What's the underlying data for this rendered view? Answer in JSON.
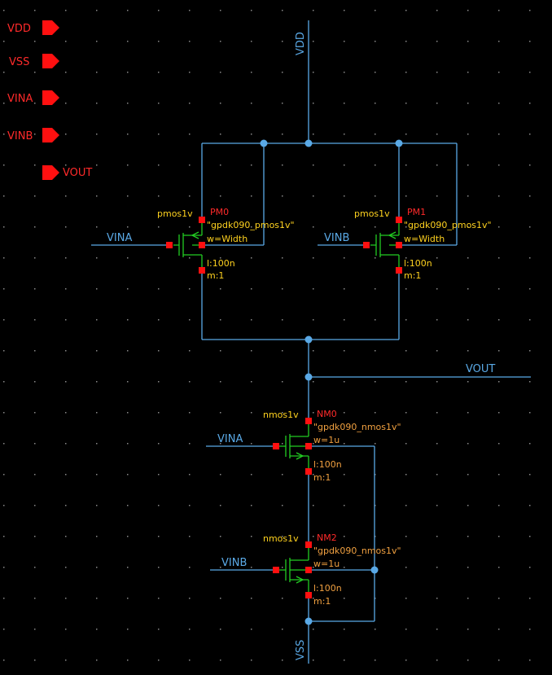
{
  "pins": [
    {
      "label": "VDD",
      "dir": "left"
    },
    {
      "label": "VSS",
      "dir": "left"
    },
    {
      "label": "VINA",
      "dir": "left"
    },
    {
      "label": "VINB",
      "dir": "left"
    },
    {
      "label": "VOUT",
      "dir": "right"
    }
  ],
  "nets": {
    "vdd": "VDD",
    "vss": "VSS",
    "vout": "VOUT",
    "vina_p": "VINA",
    "vinb_p": "VINB",
    "vina_n": "VINA",
    "vinb_n": "VINB"
  },
  "devices": [
    {
      "cell": "pmos1v",
      "inst": "PM0",
      "model": "\"gpdk090_pmos1v\"",
      "w": "w=Width",
      "l": "l:100n",
      "m": "m:1"
    },
    {
      "cell": "pmos1v",
      "inst": "PM1",
      "model": "\"gpdk090_pmos1v\"",
      "w": "w=Width",
      "l": "l:100n",
      "m": "m:1"
    },
    {
      "cell": "nmos1v",
      "inst": "NM0",
      "model": "\"gpdk090_nmos1v\"",
      "w": "w=1u",
      "l": "l:100n",
      "m": "m:1"
    },
    {
      "cell": "nmos1v",
      "inst": "NM2",
      "model": "\"gpdk090_nmos1v\"",
      "w": "w=1u",
      "l": "l:100n",
      "m": "m:1"
    }
  ],
  "colors": {
    "background": "#000000",
    "wire": "#5aa9e6",
    "device": "#22cc22",
    "pin": "#ff1010",
    "cell_label": "#ffd21f",
    "property": "#f0a040"
  }
}
